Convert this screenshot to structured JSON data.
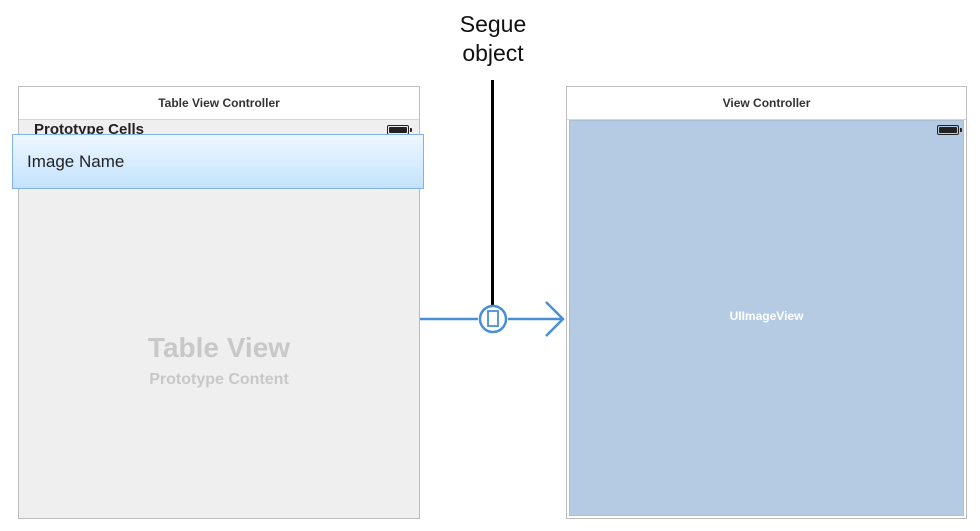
{
  "callout": {
    "line1": "Segue",
    "line2": "object"
  },
  "table_view_controller": {
    "title": "Table View Controller",
    "section_header": "Prototype Cells",
    "cell_label": "Image Name",
    "placeholder_title": "Table View",
    "placeholder_subtitle": "Prototype Content"
  },
  "view_controller": {
    "title": "View Controller",
    "image_view_label": "UIImageView"
  },
  "colors": {
    "segue": "#4a8fd6",
    "image_view_bg": "#b5cbe4",
    "table_bg": "#efefef"
  },
  "icons": {
    "segue": "segue-node-icon",
    "arrow": "arrowhead-icon",
    "battery": "battery-icon"
  }
}
